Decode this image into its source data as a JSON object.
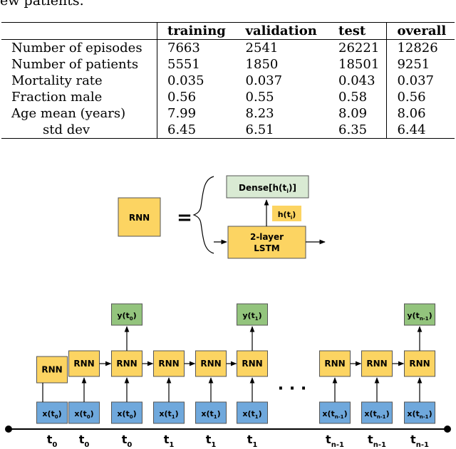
{
  "caption_tail": "ew patients.",
  "table": {
    "headers": [
      "",
      "training",
      "validation",
      "test",
      "overall"
    ],
    "rows": [
      {
        "label": "Number of episodes",
        "values": [
          "7663",
          "2541",
          "26221",
          "12826"
        ]
      },
      {
        "label": "Number of patients",
        "values": [
          "5551",
          "1850",
          "18501",
          "9251"
        ]
      },
      {
        "label": "Mortality rate",
        "values": [
          "0.035",
          "0.037",
          "0.043",
          "0.037"
        ]
      },
      {
        "label": "Fraction male",
        "values": [
          "0.56",
          "0.55",
          "0.58",
          "0.56"
        ]
      },
      {
        "label": "Age mean (years)",
        "values": [
          "7.99",
          "8.23",
          "8.09",
          "8.06"
        ]
      },
      {
        "label": "std dev",
        "values": [
          "6.45",
          "6.51",
          "6.35",
          "6.44"
        ]
      }
    ]
  },
  "legend": {
    "rnn_label": "RNN",
    "equals": "=",
    "dense_label": "Dense[h(t",
    "dense_sub": "i",
    "dense_close": ")]",
    "h_label": "h(t",
    "h_sub": "i",
    "h_close": ")",
    "lstm_line1": "2-layer",
    "lstm_line2": "LSTM"
  },
  "unrolled": {
    "rnn_label": "RNN",
    "ellipsis": "· · ·",
    "outputs": [
      {
        "base": "y(t",
        "sub": "0",
        "close": ")"
      },
      {
        "base": "y(t",
        "sub": "1",
        "close": ")"
      },
      {
        "base": "y(t",
        "sub": "n-1",
        "close": ")"
      }
    ],
    "inputs": [
      {
        "base": "x(t",
        "sub": "0",
        "close": ")"
      },
      {
        "base": "x(t",
        "sub": "0",
        "close": ")"
      },
      {
        "base": "x(t",
        "sub": "0",
        "close": ")"
      },
      {
        "base": "x(t",
        "sub": "1",
        "close": ")"
      },
      {
        "base": "x(t",
        "sub": "1",
        "close": ")"
      },
      {
        "base": "x(t",
        "sub": "1",
        "close": ")"
      },
      {
        "base": "x(t",
        "sub": "n-1",
        "close": ")"
      },
      {
        "base": "x(t",
        "sub": "n-1",
        "close": ")"
      },
      {
        "base": "x(t",
        "sub": "n-1",
        "close": ")"
      }
    ],
    "timeline": [
      {
        "base": "t",
        "sub": "0"
      },
      {
        "base": "t",
        "sub": "0"
      },
      {
        "base": "t",
        "sub": "0"
      },
      {
        "base": "t",
        "sub": "1"
      },
      {
        "base": "t",
        "sub": "1"
      },
      {
        "base": "t",
        "sub": "1"
      },
      {
        "base": "t",
        "sub": "n-1"
      },
      {
        "base": "t",
        "sub": "n-1"
      },
      {
        "base": "t",
        "sub": "n-1"
      }
    ]
  },
  "colors": {
    "rnn_fill": "#fcd462",
    "dense_fill": "#d9ead3",
    "output_fill": "#93c47d",
    "input_fill": "#6fa8dc",
    "box_stroke": "#555555"
  }
}
